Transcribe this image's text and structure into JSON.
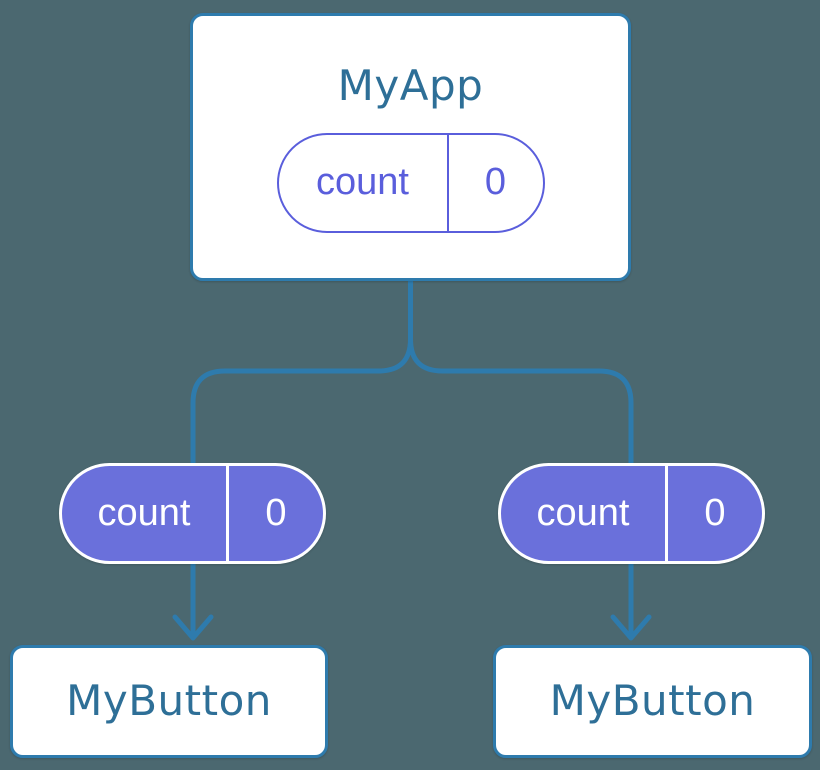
{
  "colors": {
    "background": "#4B6870",
    "connector": "#2E7BAD",
    "card_border": "#2E7BAD",
    "card_background": "#FFFFFF",
    "title_text": "#2E6F97",
    "accent_purple": "#5A5EDC",
    "pill_fill": "#6A70DB",
    "pill_divider_light": "#FFFFFF",
    "pill_text_light": "#FFFFFF"
  },
  "root": {
    "label": "MyApp",
    "state": {
      "name": "count",
      "value": "0"
    }
  },
  "children": [
    {
      "label": "MyButton",
      "prop": {
        "name": "count",
        "value": "0"
      }
    },
    {
      "label": "MyButton",
      "prop": {
        "name": "count",
        "value": "0"
      }
    }
  ]
}
